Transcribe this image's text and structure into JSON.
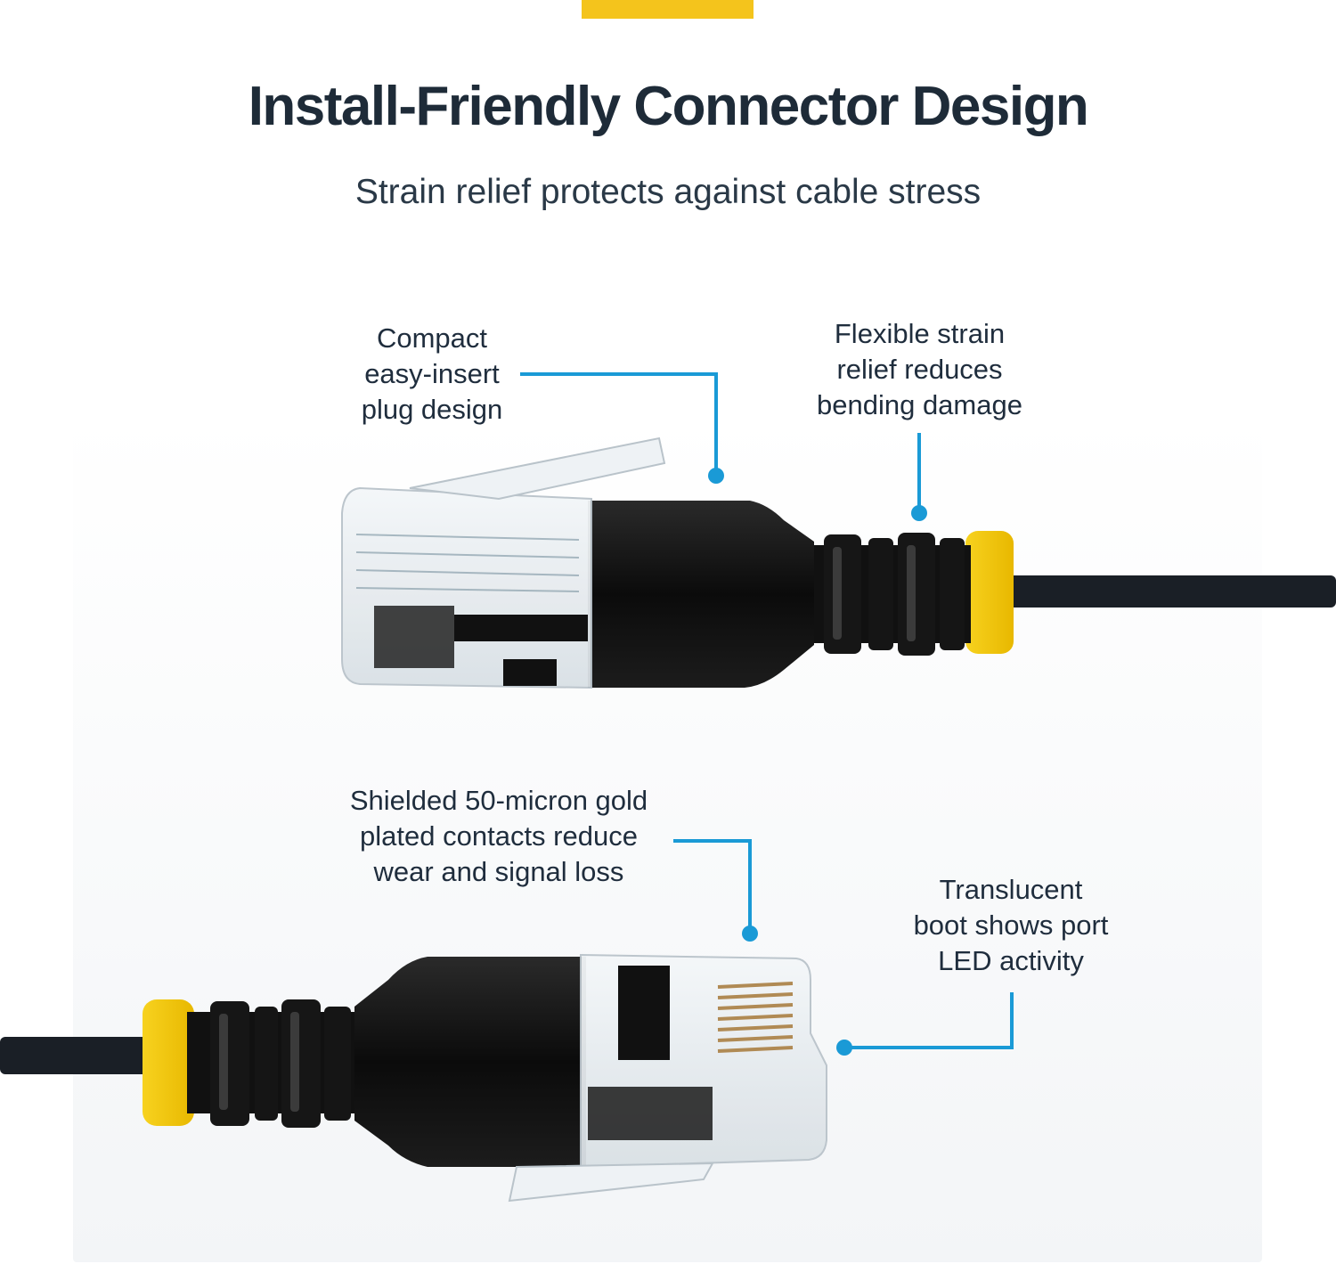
{
  "header": {
    "title": "Install-Friendly Connector Design",
    "subtitle": "Strain relief protects against cable stress"
  },
  "callouts": {
    "compact_plug": [
      "Compact",
      "easy-insert",
      "plug design"
    ],
    "strain_relief": [
      "Flexible strain",
      "relief reduces",
      "bending damage"
    ],
    "gold_contacts": [
      "Shielded 50-micron gold",
      "plated contacts reduce",
      "wear and signal loss"
    ],
    "translucent_boot": [
      "Translucent",
      "boot shows port",
      "LED activity"
    ]
  },
  "colors": {
    "accent_yellow": "#f4c41c",
    "callout_blue": "#1a9ad6",
    "title_text": "#1e2b38",
    "connector_black": "#0d0d0d"
  }
}
